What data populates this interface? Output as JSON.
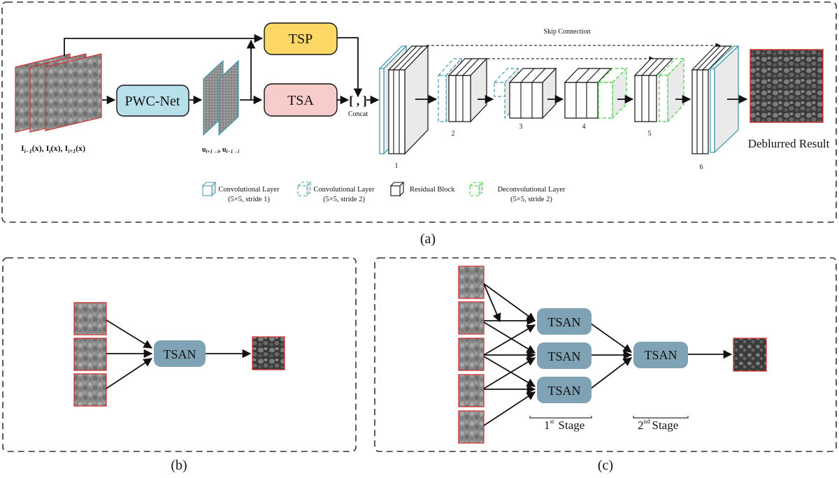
{
  "panels": {
    "a": {
      "caption": "(a)",
      "input_label": "I_{i-1}(x), I_i(x), I_{i+1}(x)",
      "input_label_parts": [
        "I",
        "i−1",
        "(x), ",
        "I",
        "i",
        "(x), ",
        "I",
        "i+1",
        "(x)"
      ],
      "flow_label_parts": [
        "u",
        "i+1→i",
        ", ",
        "u",
        "i−1→i"
      ],
      "pwc_net": "PWC-Net",
      "tsp": "TSP",
      "tsa": "TSA",
      "concat_symbol": "[ , ]",
      "concat_label": "Concat",
      "skip_connection": "Skip Connection",
      "blocks": [
        "1",
        "2",
        "3",
        "4",
        "5",
        "6"
      ],
      "output_label": "Deblurred Result",
      "legend": [
        {
          "icon": "conv-stride1-cube-icon",
          "line1": "Convolutional Layer",
          "line2": "(5×5, stride 1)",
          "color": "#4a9ab0"
        },
        {
          "icon": "conv-stride2-cube-icon",
          "line1": "Convolutional Layer",
          "line2": "(5×5, stride 2)",
          "color": "#4a9ab0"
        },
        {
          "icon": "residual-block-cube-icon",
          "line1": "Residual Block",
          "line2": "",
          "color": "#111111"
        },
        {
          "icon": "deconv-cube-icon",
          "line1": "Deconvolutional Layer",
          "line2": "(5×5, stride 2)",
          "color": "#3fcf3f"
        }
      ]
    },
    "b": {
      "caption": "(b)",
      "tsan": "TSAN",
      "num_inputs": 3
    },
    "c": {
      "caption": "(c)",
      "tsan": "TSAN",
      "num_inputs": 5,
      "stage1_label": {
        "num": "1",
        "sup": "st",
        "text": "Stage"
      },
      "stage2_label": {
        "num": "2",
        "sup": "nd",
        "text": "Stage"
      }
    }
  },
  "colors": {
    "tsp_fill": "#fdd866",
    "tsa_fill": "#f9cccc",
    "pwc_fill": "#b8e0ea",
    "tsan_fill": "#7fa3b5",
    "conv_stroke": "#4a9ab0",
    "deconv_stroke": "#3fcf3f",
    "image_border": "#d33333"
  }
}
